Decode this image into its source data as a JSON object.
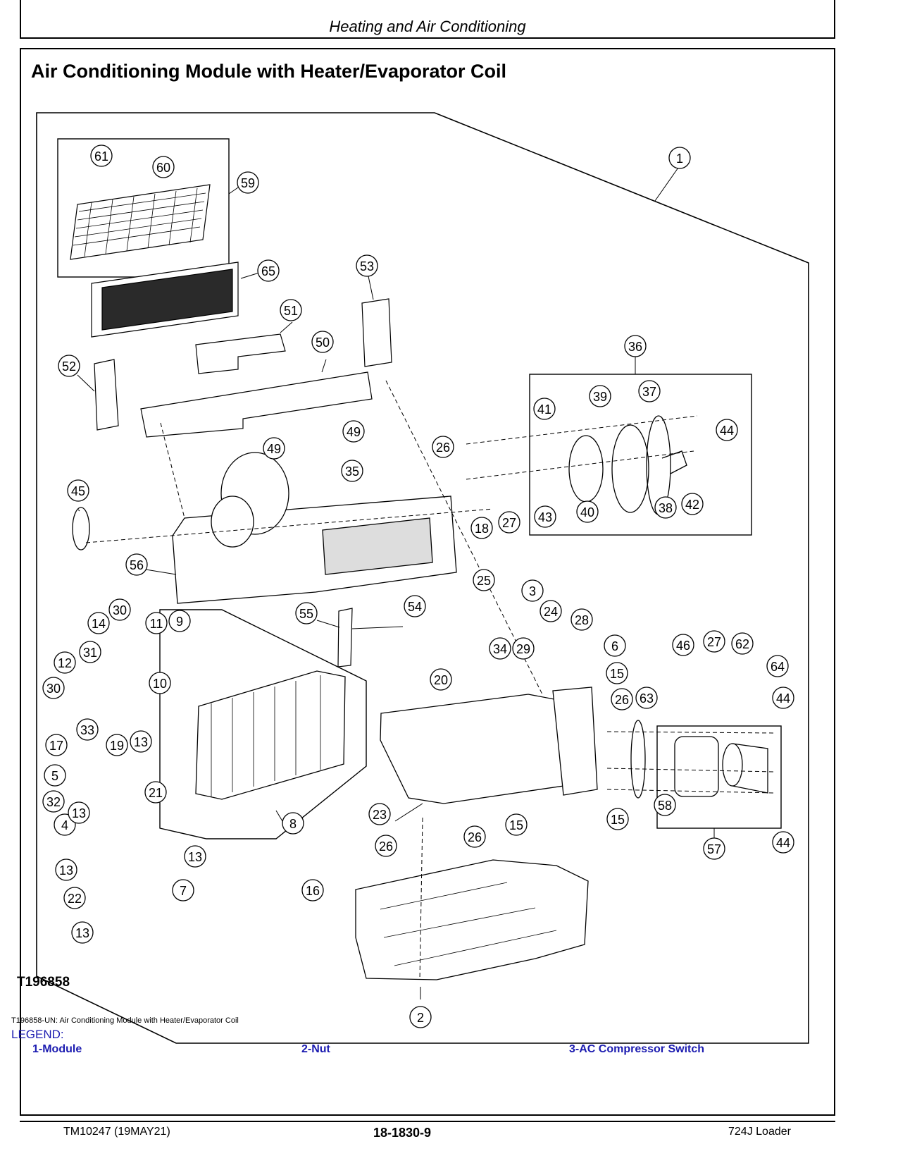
{
  "header": {
    "section_title": "Heating and Air Conditioning"
  },
  "page": {
    "title": "Air Conditioning Module with Heater/Evaporator Coil",
    "figure_id": "T196858",
    "caption": "T196858-UN: Air Conditioning Module with Heater/Evaporator Coil",
    "legend_label": "LEGEND:",
    "legend": [
      "1-Module",
      "2-Nut",
      "3-AC Compressor Switch"
    ]
  },
  "diagram": {
    "callouts": [
      "1",
      "2",
      "3",
      "4",
      "5",
      "6",
      "7",
      "8",
      "9",
      "10",
      "11",
      "12",
      "13",
      "13",
      "13",
      "13",
      "13",
      "14",
      "15",
      "15",
      "15",
      "15",
      "16",
      "17",
      "18",
      "19",
      "20",
      "21",
      "22",
      "23",
      "24",
      "25",
      "26",
      "26",
      "26",
      "26",
      "27",
      "27",
      "28",
      "29",
      "30",
      "30",
      "31",
      "32",
      "33",
      "34",
      "35",
      "36",
      "37",
      "38",
      "39",
      "40",
      "41",
      "42",
      "43",
      "44",
      "44",
      "44",
      "45",
      "46",
      "49",
      "49",
      "50",
      "51",
      "52",
      "53",
      "54",
      "55",
      "56",
      "57",
      "58",
      "59",
      "60",
      "61",
      "62",
      "63",
      "64",
      "65"
    ]
  },
  "footer": {
    "left": "TM10247 (19MAY21)",
    "center": "18-1830-9",
    "right": "724J Loader"
  },
  "colors": {
    "legend": "#1b1bb0"
  }
}
